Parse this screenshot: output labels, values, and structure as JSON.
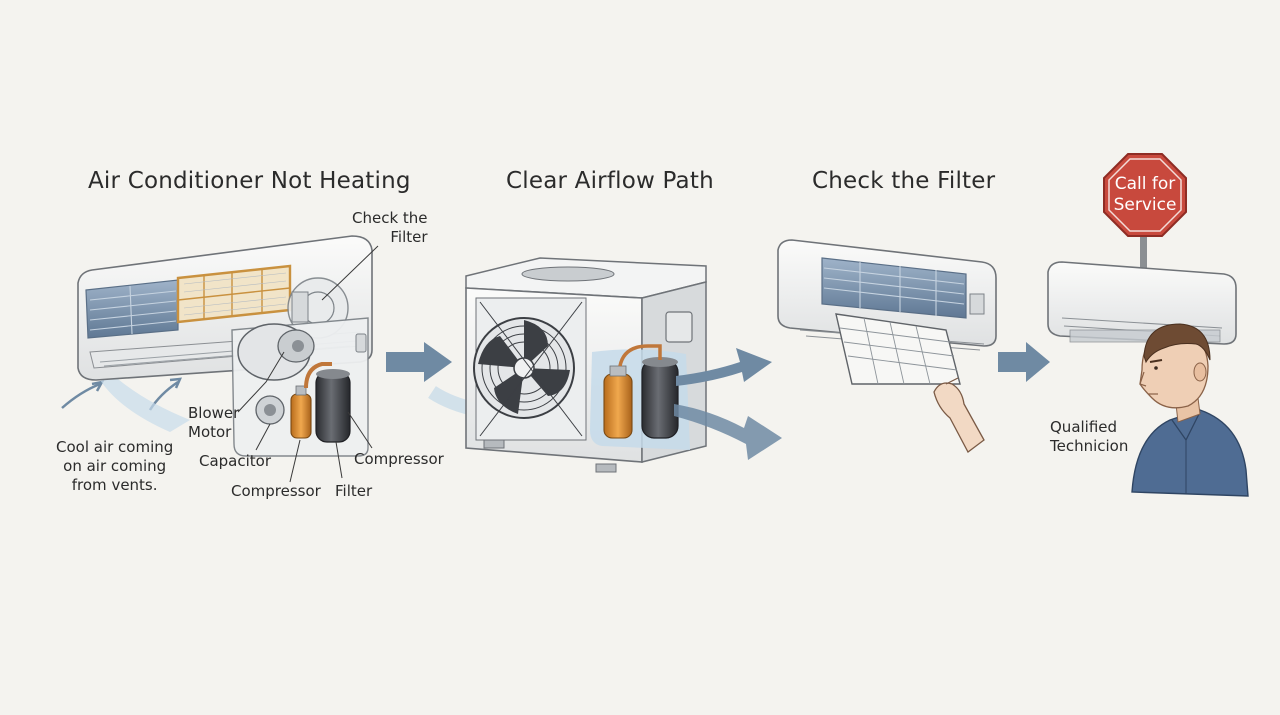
{
  "steps": [
    {
      "heading": "Air Conditioner Not Heating"
    },
    {
      "heading": "Clear Airflow Path"
    },
    {
      "heading": "Check the Filter"
    }
  ],
  "callouts": {
    "check_filter": [
      "Check the",
      "Filter"
    ],
    "blower_motor": [
      "Blower",
      "Motor"
    ],
    "capacitor": "Capacitor",
    "compressor_left": "Compressor",
    "filter": "Filter",
    "compressor_right": "Compressor",
    "cool_air": [
      "Cool air coming",
      "on air coming",
      "from vents."
    ]
  },
  "stop_sign": [
    "Call for",
    "Service"
  ],
  "technician": [
    "Qualified",
    "Technicion"
  ],
  "colors": {
    "background": "#f4f3ef",
    "arrow": "#6f8aa3",
    "stop_sign": "#c8493d",
    "filter_frame": "#c9913f",
    "capacitor": "#d98a2f",
    "compressor": "#3d3f44",
    "shirt": "#4f6c93"
  },
  "icons": [
    "arrow-right-icon",
    "stop-sign-icon",
    "fan-icon",
    "compressor-icon",
    "person-icon"
  ]
}
